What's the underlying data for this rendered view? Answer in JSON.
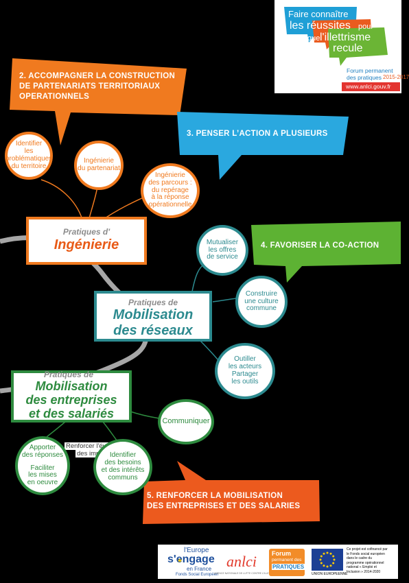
{
  "header_logo": {
    "line1": "Faire connaître",
    "line2_a": "les réussites",
    "line2_b": "pour",
    "line3_a": "que",
    "line3_b": "l'illettrisme",
    "line4": "recule",
    "forum_1": "Forum permanent",
    "forum_2": "des pratiques",
    "years": "2015-2017",
    "url": "www.anlci.gouv.fr"
  },
  "callouts": {
    "c2_line1": "2.  ACCOMPAGNER LA CONSTRUCTION",
    "c2_line2": "DE PARTENARIATS TERRITORIAUX",
    "c2_line3": "OPERATIONNELS",
    "c3": "3.  PENSER L’ACTION A PLUSIEURS",
    "c4": "4.  FAVORISER LA CO-ACTION",
    "c5_line1": "5.  RENFORCER LA MOBILISATION",
    "c5_line2": "DES ENTREPRISES ET DES SALARIES"
  },
  "practice_boxes": {
    "ingenierie": {
      "prefix": "Pratiques d'",
      "title": "Ingénierie"
    },
    "reseaux": {
      "prefix": "Pratiques de",
      "title_1": "Mobilisation",
      "title_2": "des réseaux"
    },
    "entreprises": {
      "prefix": "Pratiques de",
      "title_1": "Mobilisation",
      "title_2": "des entreprises",
      "title_3": "et des salariés"
    }
  },
  "circles": {
    "problematiques": [
      "Identifier",
      "les",
      "problématiques",
      "du territoire"
    ],
    "partenariat": [
      "Ingénierie",
      "du partenariat"
    ],
    "parcours": [
      "Ingénierie",
      "des parcours :",
      "du repérage",
      "à la réponse",
      "opérationnelle"
    ],
    "mutualiser": [
      "Mutualiser",
      "les offres",
      "de service"
    ],
    "culture": [
      "Construire",
      "une culture",
      "commune"
    ],
    "outiller": [
      "Outiller",
      "les acteurs",
      "Partager",
      "les outils"
    ],
    "communiquer": [
      "Communiquer"
    ],
    "reponses": [
      "Apporter",
      "des réponses",
      "",
      "Faciliter",
      "les mises",
      "en oeuvre"
    ],
    "besoins": [
      "Identifier",
      "des besoins",
      "et des intérêts",
      "communs"
    ]
  },
  "hidden_text": {
    "line1": "Renforcer l'évaluation",
    "line2": "des impacts"
  },
  "footer": {
    "europe_1": "l'Europe",
    "europe_2": "s'engage",
    "europe_3": "en France",
    "fse": "Fonds Social Européen",
    "anlci": "anlci",
    "anlci_sub": "AGENCE NATIONALE DE LUTTE CONTRE L'ILLETTRISME",
    "forum_1": "Forum",
    "forum_2": "permanent des",
    "forum_3": "PRATIQUES",
    "ue": "UNION EUROPEENNE",
    "note": [
      "Ce projet est cofinancé par",
      "le Fonds social européen",
      "dans le cadre du",
      "programme opérationnel",
      "national « Emploi et",
      "Inclusion » 2014-2020"
    ]
  },
  "colors": {
    "orange": "#f07a1f",
    "blue": "#2aa8df",
    "green": "#5db233",
    "red_orange": "#ec5a1e",
    "teal": "#2c8a8f",
    "box_green": "#2e8b3f",
    "background": "#000000",
    "connector": "#a6a6a6"
  }
}
